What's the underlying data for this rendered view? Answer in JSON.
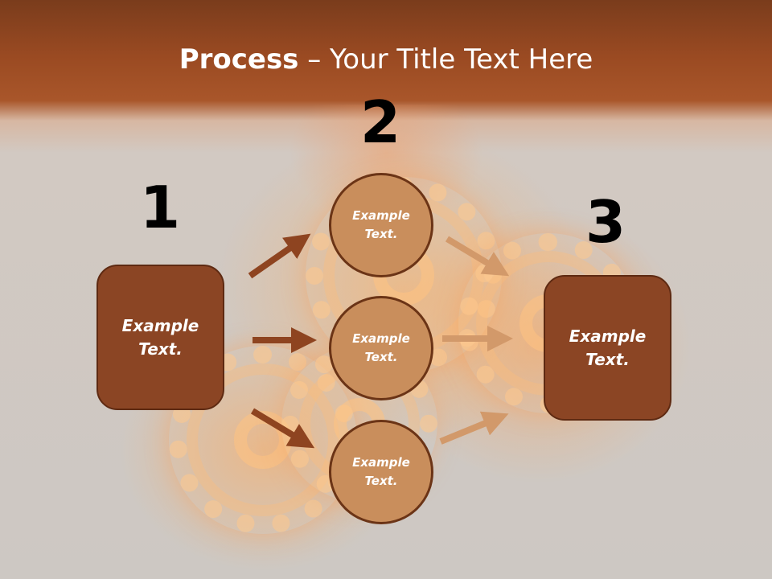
{
  "title": {
    "bold": "Process",
    "rest": " – Your Title Text Here"
  },
  "steps": [
    {
      "number": "1",
      "text": "Example Text."
    },
    {
      "number": "2",
      "text": "Example Text."
    },
    {
      "number": "3",
      "text": "Example Text."
    }
  ],
  "circles": [
    {
      "text": "Example Text."
    },
    {
      "text": "Example Text."
    },
    {
      "text": "Example Text."
    }
  ],
  "colors": {
    "box_fill": "#8b4524",
    "circle_fill": "#c98e5c",
    "arrow_dark": "#8e4420",
    "arrow_light": "#d2996a"
  }
}
